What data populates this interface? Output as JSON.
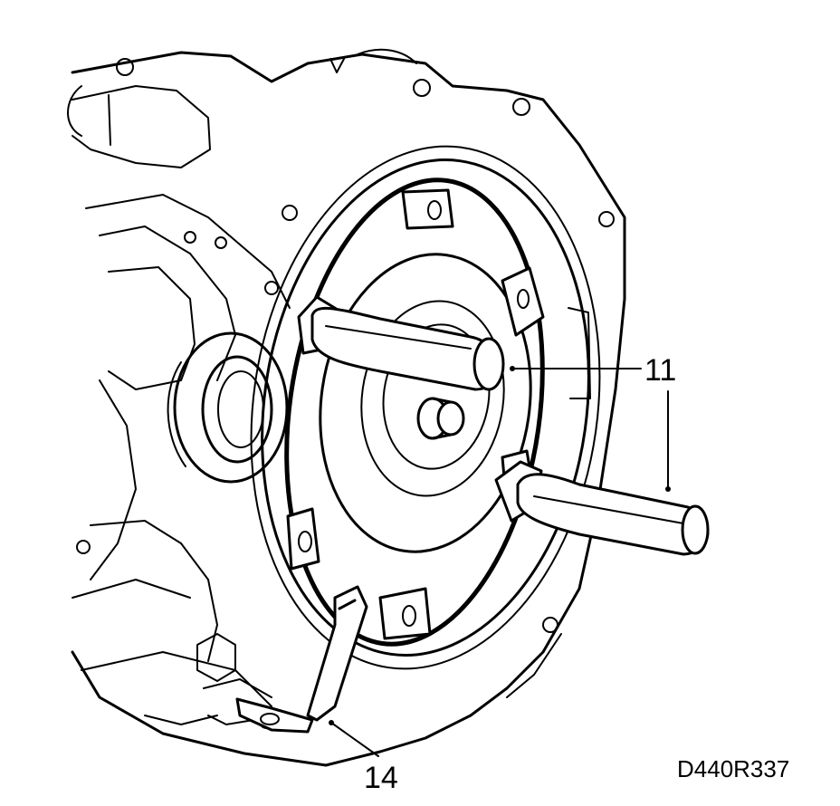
{
  "callouts": {
    "tool_11": "11",
    "tool_14": "14"
  },
  "figure_code": "D440R337"
}
